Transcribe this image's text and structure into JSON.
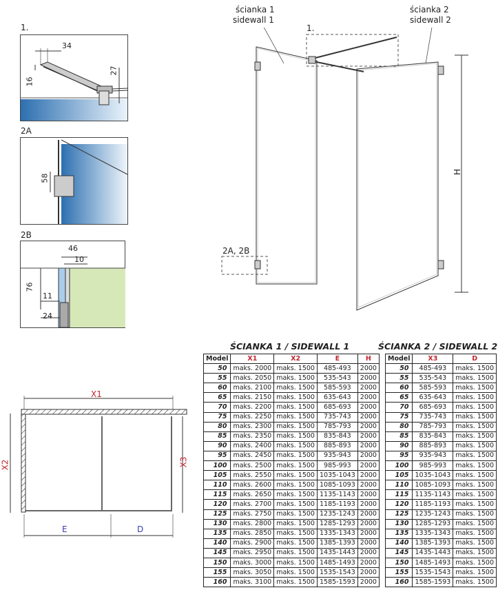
{
  "detail_1": {
    "title": "1.",
    "dim_a": "34",
    "dim_b": "16",
    "dim_c": "27"
  },
  "detail_2a": {
    "title": "2A",
    "dim_a": "58"
  },
  "detail_2b": {
    "title": "2B",
    "dim_a": "46",
    "dim_b": "10",
    "dim_c": "76",
    "dim_d": "11",
    "dim_e": "24"
  },
  "iso": {
    "wall1_pl": "ścianka 1",
    "wall1_en": "sidewall 1",
    "wall2_pl": "ścianka 2",
    "wall2_en": "sidewall 2",
    "ref_1": "1.",
    "ref_2": "2A, 2B",
    "height": "H"
  },
  "plan": {
    "x1": "X1",
    "x2": "X2",
    "x3": "X3",
    "e": "E",
    "d": "D"
  },
  "table1": {
    "title": "ŚCIANKA 1 / SIDEWALL 1",
    "headers": [
      "Model",
      "X1",
      "X2",
      "E",
      "H"
    ],
    "rows": [
      [
        "50",
        "maks. 2000",
        "maks. 1500",
        "485-493",
        "2000"
      ],
      [
        "55",
        "maks. 2050",
        "maks. 1500",
        "535-543",
        "2000"
      ],
      [
        "60",
        "maks. 2100",
        "maks. 1500",
        "585-593",
        "2000"
      ],
      [
        "65",
        "maks. 2150",
        "maks. 1500",
        "635-643",
        "2000"
      ],
      [
        "70",
        "maks. 2200",
        "maks. 1500",
        "685-693",
        "2000"
      ],
      [
        "75",
        "maks. 2250",
        "maks. 1500",
        "735-743",
        "2000"
      ],
      [
        "80",
        "maks. 2300",
        "maks. 1500",
        "785-793",
        "2000"
      ],
      [
        "85",
        "maks. 2350",
        "maks. 1500",
        "835-843",
        "2000"
      ],
      [
        "90",
        "maks. 2400",
        "maks. 1500",
        "885-893",
        "2000"
      ],
      [
        "95",
        "maks. 2450",
        "maks. 1500",
        "935-943",
        "2000"
      ],
      [
        "100",
        "maks. 2500",
        "maks. 1500",
        "985-993",
        "2000"
      ],
      [
        "105",
        "maks. 2550",
        "maks. 1500",
        "1035-1043",
        "2000"
      ],
      [
        "110",
        "maks. 2600",
        "maks. 1500",
        "1085-1093",
        "2000"
      ],
      [
        "115",
        "maks. 2650",
        "maks. 1500",
        "1135-1143",
        "2000"
      ],
      [
        "120",
        "maks. 2700",
        "maks. 1500",
        "1185-1193",
        "2000"
      ],
      [
        "125",
        "maks. 2750",
        "maks. 1500",
        "1235-1243",
        "2000"
      ],
      [
        "130",
        "maks. 2800",
        "maks. 1500",
        "1285-1293",
        "2000"
      ],
      [
        "135",
        "maks. 2850",
        "maks. 1500",
        "1335-1343",
        "2000"
      ],
      [
        "140",
        "maks. 2900",
        "maks. 1500",
        "1385-1393",
        "2000"
      ],
      [
        "145",
        "maks. 2950",
        "maks. 1500",
        "1435-1443",
        "2000"
      ],
      [
        "150",
        "maks. 3000",
        "maks. 1500",
        "1485-1493",
        "2000"
      ],
      [
        "155",
        "maks. 3050",
        "maks. 1500",
        "1535-1543",
        "2000"
      ],
      [
        "160",
        "maks. 3100",
        "maks. 1500",
        "1585-1593",
        "2000"
      ]
    ]
  },
  "table2": {
    "title": "ŚCIANKA 2 / SIDEWALL 2",
    "headers": [
      "Model",
      "X3",
      "D"
    ],
    "rows": [
      [
        "50",
        "485-493",
        "maks. 1500"
      ],
      [
        "55",
        "535-543",
        "maks. 1500"
      ],
      [
        "60",
        "585-593",
        "maks. 1500"
      ],
      [
        "65",
        "635-643",
        "maks. 1500"
      ],
      [
        "70",
        "685-693",
        "maks. 1500"
      ],
      [
        "75",
        "735-743",
        "maks. 1500"
      ],
      [
        "80",
        "785-793",
        "maks. 1500"
      ],
      [
        "85",
        "835-843",
        "maks. 1500"
      ],
      [
        "90",
        "885-893",
        "maks. 1500"
      ],
      [
        "95",
        "935-943",
        "maks. 1500"
      ],
      [
        "100",
        "985-993",
        "maks. 1500"
      ],
      [
        "105",
        "1035-1043",
        "maks. 1500"
      ],
      [
        "110",
        "1085-1093",
        "maks. 1500"
      ],
      [
        "115",
        "1135-1143",
        "maks. 1500"
      ],
      [
        "120",
        "1185-1193",
        "maks. 1500"
      ],
      [
        "125",
        "1235-1243",
        "maks. 1500"
      ],
      [
        "130",
        "1285-1293",
        "maks. 1500"
      ],
      [
        "135",
        "1335-1343",
        "maks. 1500"
      ],
      [
        "140",
        "1385-1393",
        "maks. 1500"
      ],
      [
        "145",
        "1435-1443",
        "maks. 1500"
      ],
      [
        "150",
        "1485-1493",
        "maks. 1500"
      ],
      [
        "155",
        "1535-1543",
        "maks. 1500"
      ],
      [
        "160",
        "1585-1593",
        "maks. 1500"
      ]
    ]
  }
}
